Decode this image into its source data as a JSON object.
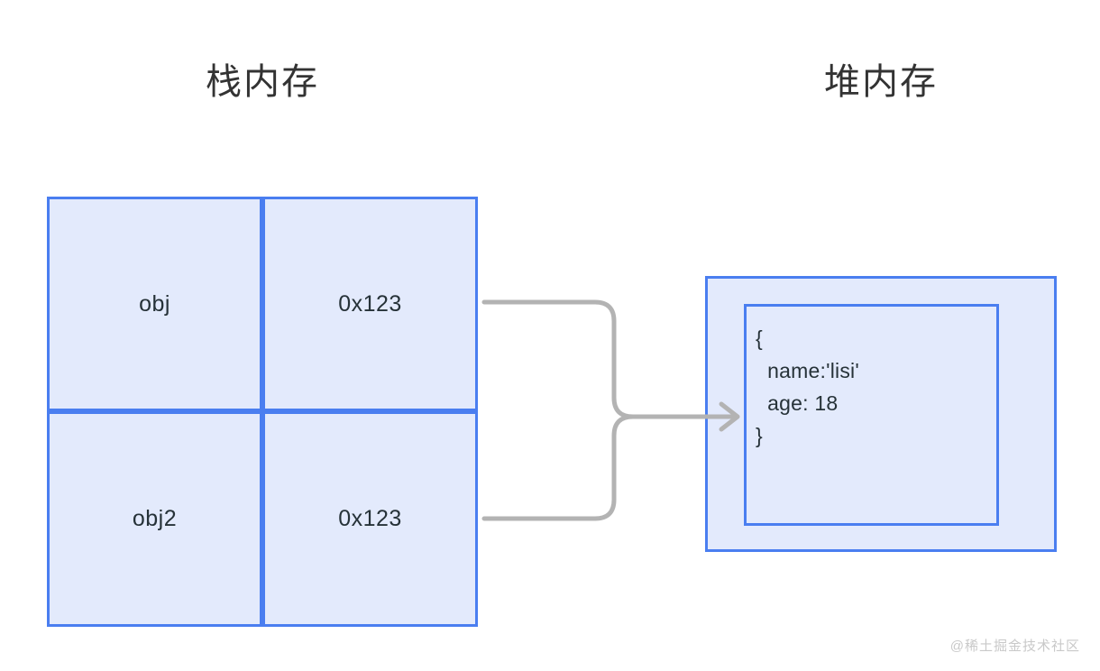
{
  "page": {
    "background_color": "#ffffff",
    "accent_color": "#4a7ef0",
    "fill_color": "#e3eafc",
    "text_color": "#263238",
    "connector_color": "#b3b3b3"
  },
  "stack": {
    "title": "栈内存",
    "rows": [
      {
        "name": "obj",
        "address": "0x123"
      },
      {
        "name": "obj2",
        "address": "0x123"
      }
    ]
  },
  "heap": {
    "title": "堆内存",
    "object_lines": [
      "{",
      "  name:'lisi'",
      "  age: 18",
      "}"
    ],
    "object_text": "{\n  name:'lisi'\n  age: 18\n}"
  },
  "connectors": {
    "from_row_1_label": "obj-address-to-heap",
    "from_row_2_label": "obj2-address-to-heap",
    "arrow_label": "points-to-heap-object"
  },
  "watermark": {
    "text": "@稀土掘金技术社区"
  }
}
